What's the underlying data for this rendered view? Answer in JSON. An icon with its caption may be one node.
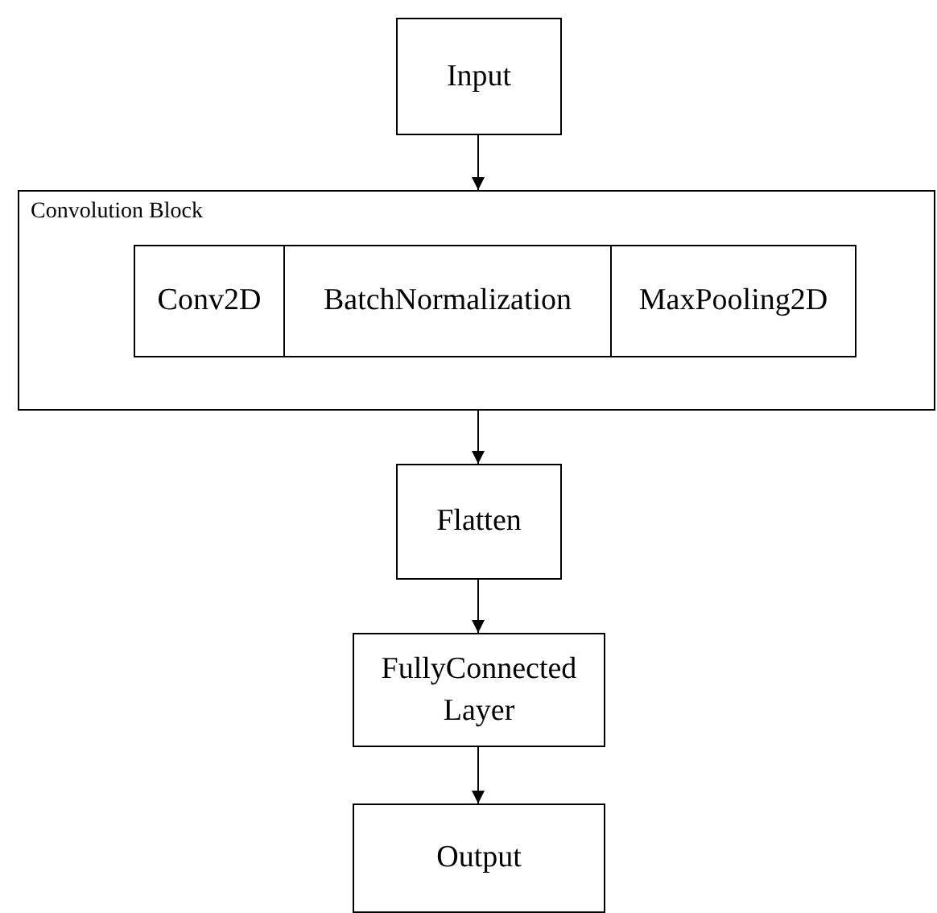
{
  "diagram": {
    "nodes": [
      {
        "text": [
          "Input"
        ]
      },
      {
        "text": [
          "Convolution Block"
        ]
      },
      {
        "text": [
          "Conv2D"
        ],
        "in": 1
      },
      {
        "text": [
          "BatchNormalization"
        ],
        "in": 1
      },
      {
        "text": [
          "MaxPooling2D"
        ],
        "in": 1
      },
      {
        "text": [
          "Flatten"
        ]
      },
      {
        "text": [
          "FullyConnected Layer"
        ]
      },
      {
        "text": [
          "Output"
        ]
      }
    ],
    "edges": [
      {
        "from": 0,
        "to": 1,
        "arrow": "to"
      },
      {
        "from": 1,
        "to": 5,
        "arrow": "to"
      },
      {
        "from": 5,
        "to": 6,
        "arrow": "to"
      },
      {
        "from": 6,
        "to": 7,
        "arrow": "to"
      }
    ]
  }
}
